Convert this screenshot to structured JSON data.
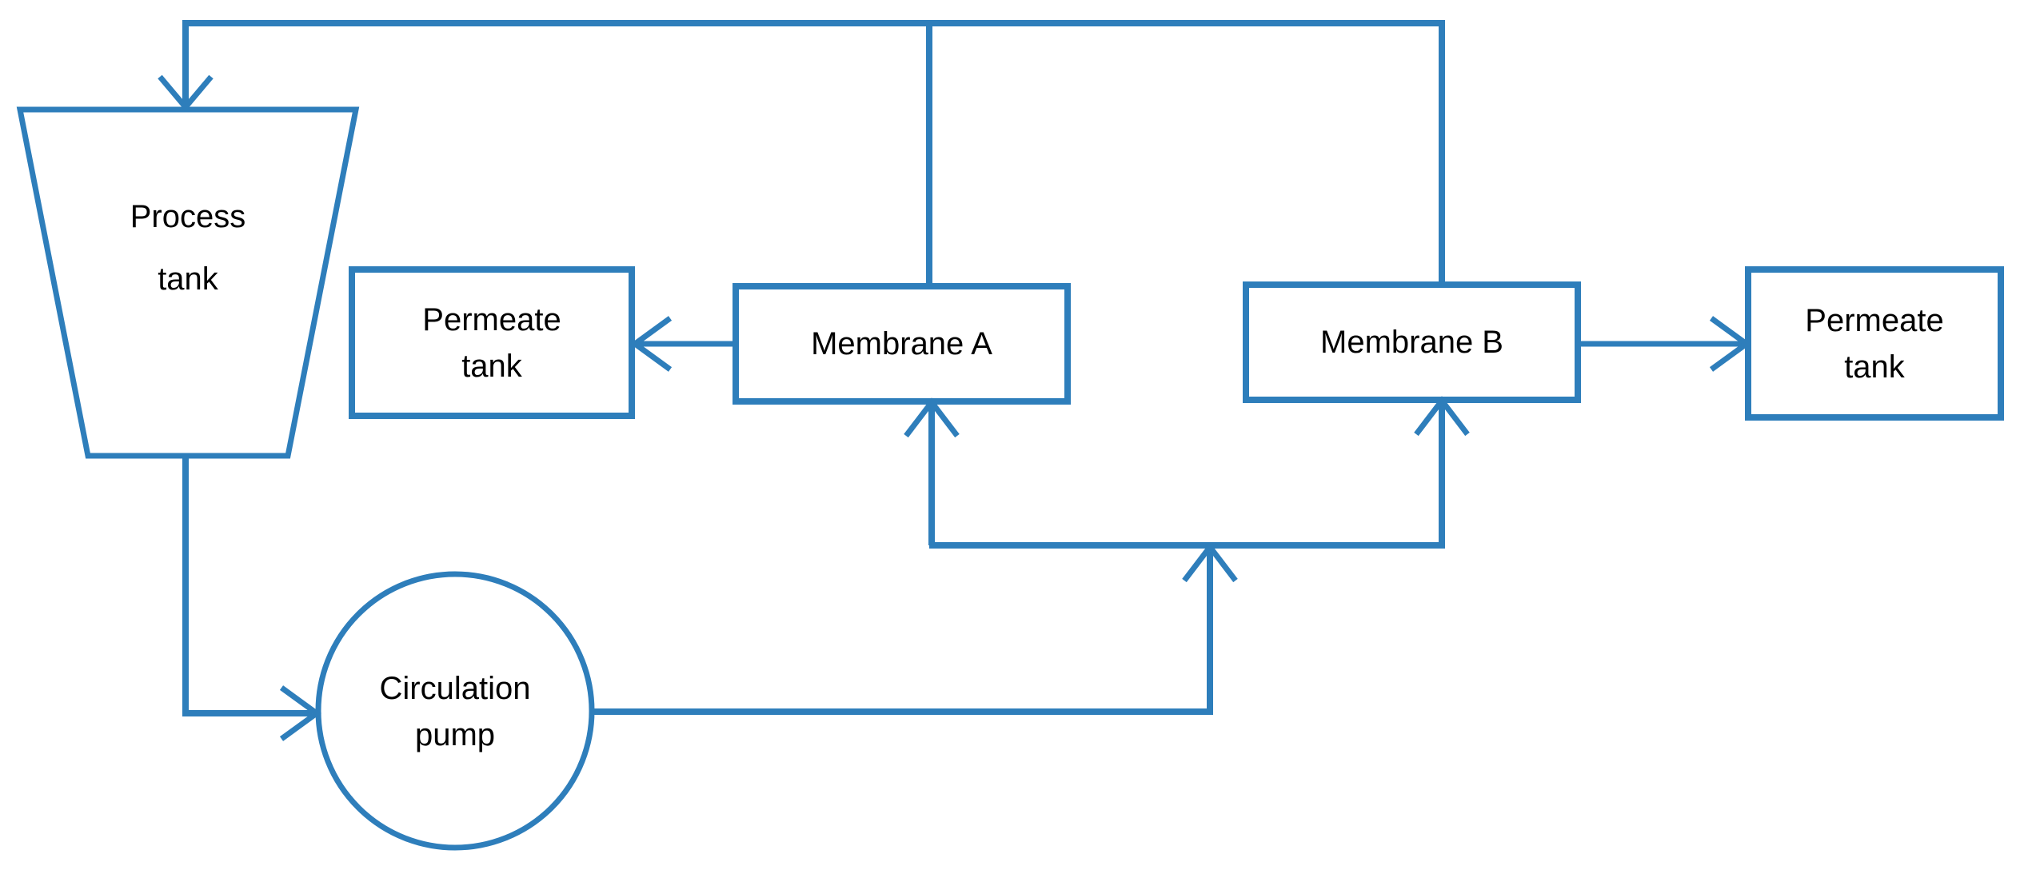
{
  "diagram": {
    "title": "Membrane filtration process flow diagram",
    "type": "process-flow-diagram",
    "background_color": "#ffffff",
    "line_color": "#2E7EBB",
    "text_color": "#000000",
    "nodes": [
      {
        "id": "process-tank",
        "shape": "trapezoid",
        "label_lines": [
          "Process",
          "tank"
        ],
        "line1": "Process",
        "line2": "tank"
      },
      {
        "id": "permeate-tank-left",
        "shape": "rectangle",
        "label_lines": [
          "Permeate",
          "tank"
        ],
        "line1": "Permeate",
        "line2": "tank"
      },
      {
        "id": "membrane-a",
        "shape": "rectangle",
        "label_lines": [
          "Membrane A"
        ],
        "line1": "Membrane A"
      },
      {
        "id": "membrane-b",
        "shape": "rectangle",
        "label_lines": [
          "Membrane B"
        ],
        "line1": "Membrane B"
      },
      {
        "id": "permeate-tank-right",
        "shape": "rectangle",
        "label_lines": [
          "Permeate",
          "tank"
        ],
        "line1": "Permeate",
        "line2": "tank"
      },
      {
        "id": "circulation-pump",
        "shape": "circle",
        "label_lines": [
          "Circulation",
          "pump"
        ],
        "line1": "Circulation",
        "line2": "pump"
      }
    ],
    "connections": [
      {
        "id": "retentate-return",
        "from": "membrane-a",
        "to": "process-tank",
        "arrow": true,
        "description": "Retentate header returns to process tank top"
      },
      {
        "id": "retentate-b-return",
        "from": "membrane-b",
        "to": "process-tank",
        "arrow": true,
        "description": "Membrane B retentate joins return header"
      },
      {
        "id": "membrane-a-permeate",
        "from": "membrane-a",
        "to": "permeate-tank-left",
        "arrow": true,
        "description": "Permeate from Membrane A"
      },
      {
        "id": "membrane-b-permeate",
        "from": "membrane-b",
        "to": "permeate-tank-right",
        "arrow": true,
        "description": "Permeate from Membrane B"
      },
      {
        "id": "tank-to-pump",
        "from": "process-tank",
        "to": "circulation-pump",
        "arrow": true,
        "description": "Process tank outlet to circulation pump suction"
      },
      {
        "id": "pump-to-header",
        "from": "circulation-pump",
        "to": "feed-header",
        "arrow": true,
        "description": "Pump discharge to feed distribution header"
      },
      {
        "id": "header-to-membrane-a",
        "from": "feed-header",
        "to": "membrane-a",
        "arrow": true,
        "description": "Feed riser to Membrane A"
      },
      {
        "id": "header-to-membrane-b",
        "from": "feed-header",
        "to": "membrane-b",
        "arrow": true,
        "description": "Feed riser to Membrane B"
      }
    ]
  }
}
